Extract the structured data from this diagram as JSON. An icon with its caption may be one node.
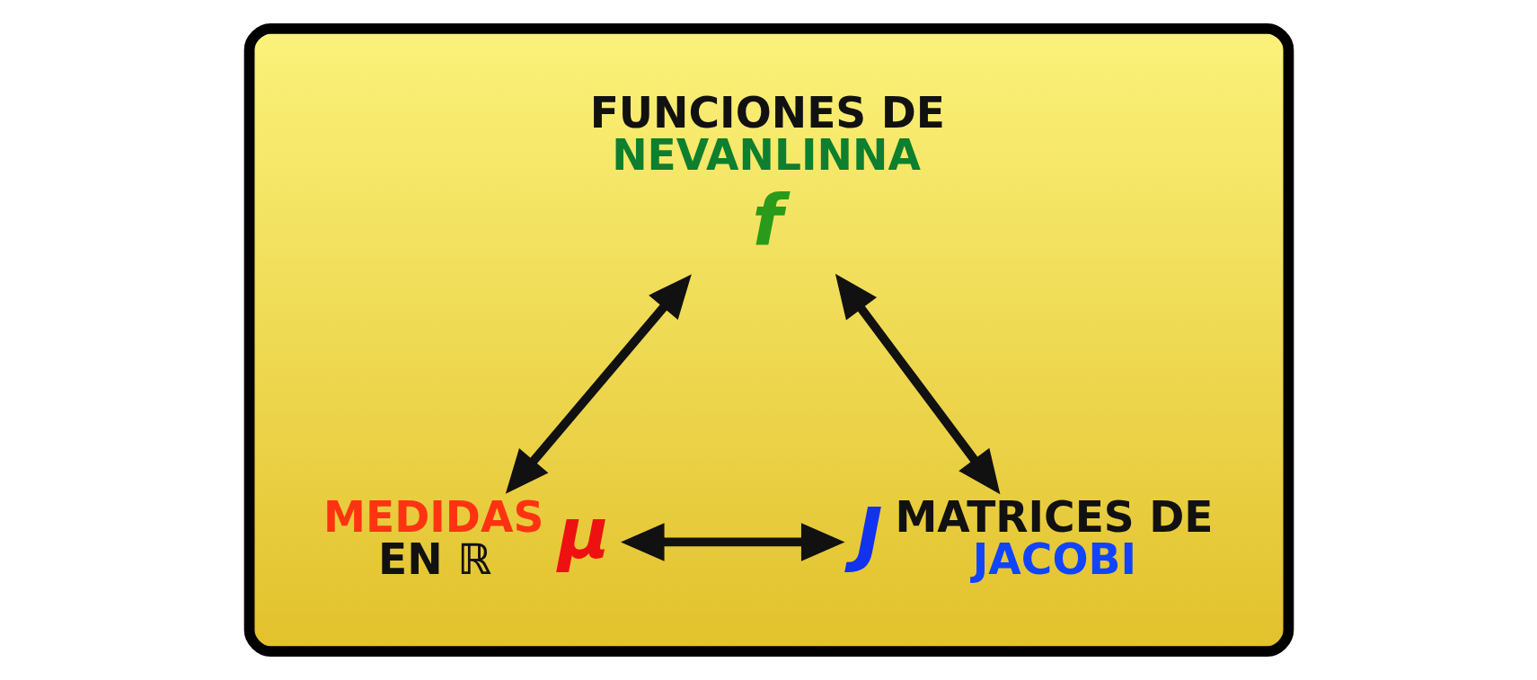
{
  "diagram": {
    "nodes": [
      {
        "text": [],
        "shape": "box"
      },
      {
        "text": [
          "f"
        ],
        "beside": [
          "FUNCIONES DE",
          "NEVANLINNA"
        ],
        "in": 0
      },
      {
        "text": [
          "μ"
        ],
        "beside": [
          "MEDIDAS",
          "EN ℝ"
        ],
        "in": 0
      },
      {
        "text": [
          "J"
        ],
        "beside": [
          "MATRICES DE",
          "JACOBI"
        ],
        "in": 0
      }
    ],
    "edges": [
      {
        "from": 2,
        "to": 1,
        "arrow": "both"
      },
      {
        "from": 1,
        "to": 3,
        "arrow": "both"
      },
      {
        "from": 2,
        "to": 3,
        "arrow": "both"
      }
    ]
  }
}
